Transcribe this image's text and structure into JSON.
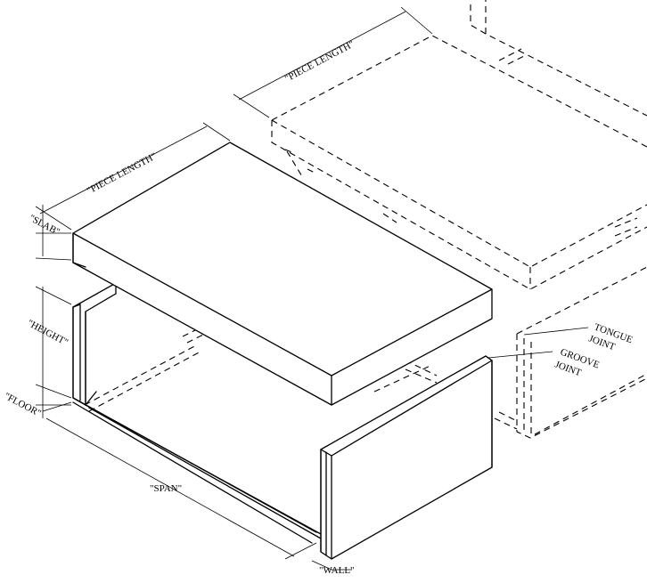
{
  "labels": {
    "piece_length_top": "\"PIECE LENGTH\"",
    "piece_length_back": "\"PIECE LENGTH\"",
    "slab": "\"SLAB\"",
    "height": "\"HEIGHT\"",
    "floor": "\"FLOOR\"",
    "span": "\"SPAN\"",
    "wall": "\"WALL\"",
    "tongue_1": "TONGUE",
    "tongue_2": "JOINT",
    "groove_1": "GROOVE",
    "groove_2": "JOINT"
  }
}
